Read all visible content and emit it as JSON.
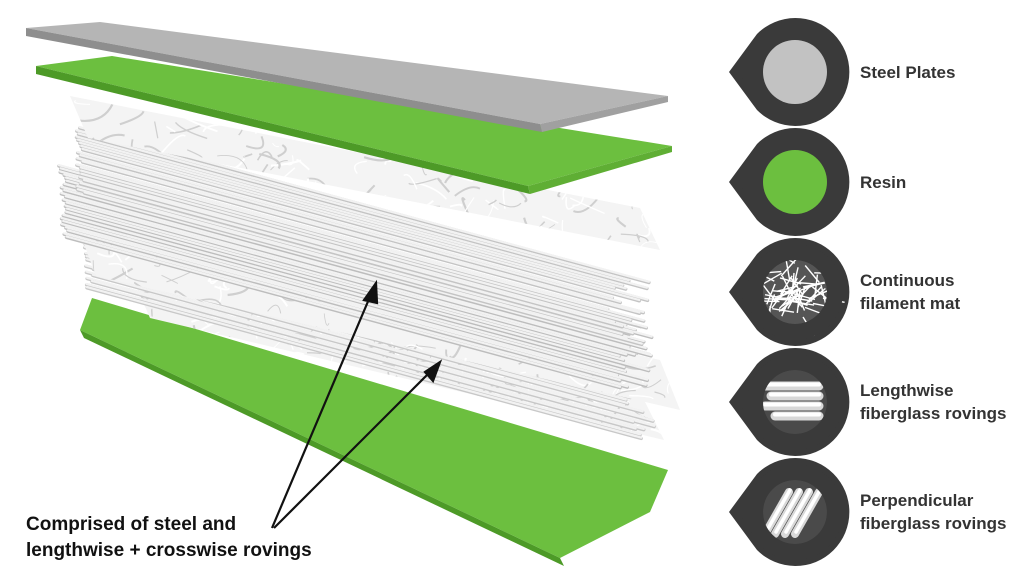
{
  "legend": {
    "items": [
      {
        "id": "steel-plates",
        "lines": [
          "Steel Plates"
        ],
        "icon": "steel-plate-icon",
        "color": "#c2c2c2"
      },
      {
        "id": "resin",
        "lines": [
          "Resin"
        ],
        "icon": "resin-icon",
        "color": "#6cbf3f"
      },
      {
        "id": "continuous-filament-mat",
        "lines": [
          "Continuous",
          "filament mat"
        ],
        "icon": "filament-mat-icon",
        "color": "#ffffff"
      },
      {
        "id": "lengthwise-rovings",
        "lines": [
          "Lengthwise",
          "fiberglass rovings"
        ],
        "icon": "lengthwise-rovings-icon",
        "color": "#e8e8e8"
      },
      {
        "id": "perpendicular-rovings",
        "lines": [
          "Perpendicular",
          "fiberglass rovings"
        ],
        "icon": "perpendicular-rovings-icon",
        "color": "#e8e8e8"
      }
    ]
  },
  "caption": {
    "line1": "Comprised of steel and",
    "line2": "lengthwise + crosswise rovings"
  },
  "colors": {
    "steel": "#b5b5b5",
    "steel_edge": "#8e8e8e",
    "resin": "#6cbf3f",
    "resin_edge": "#4d9a27",
    "pin": "#3a3a3a",
    "roving": "#f2f2f2",
    "text": "#333333"
  }
}
